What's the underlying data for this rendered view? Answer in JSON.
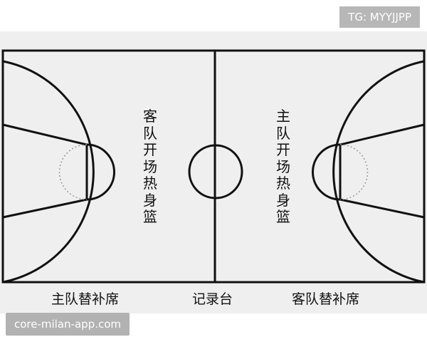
{
  "watermark_top": "TG: MYYJJPP",
  "watermark_bottom": "core-milan-app.com",
  "court": {
    "left_half_label": "客队开场热身篮",
    "right_half_label": "主队开场热身篮",
    "bottom_left_label": "主队替补席",
    "bottom_center_label": "记录台",
    "bottom_right_label": "客队替补席"
  }
}
